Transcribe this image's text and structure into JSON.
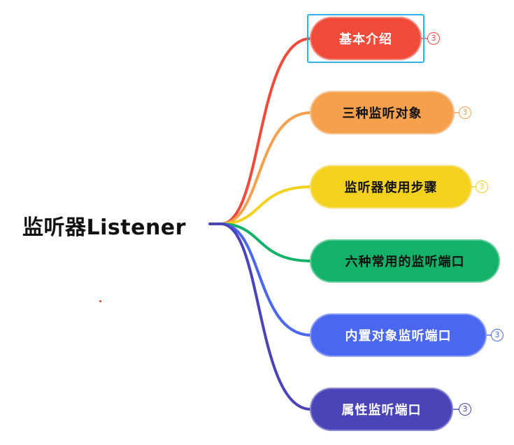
{
  "root": {
    "title": "监听器Listener"
  },
  "branches": [
    {
      "label": "基本介绍",
      "color": "#f04b3a",
      "text_color": "#ffffff",
      "badge": "3",
      "badge_color": "#f04b3a",
      "selected": true
    },
    {
      "label": "三种监听对象",
      "color": "#f5a04d",
      "text_color": "#111111",
      "badge": "3",
      "badge_color": "#f5a04d",
      "selected": false
    },
    {
      "label": "监听器使用步骤",
      "color": "#f3d11e",
      "text_color": "#111111",
      "badge": "3",
      "badge_color": "#f3d11e",
      "selected": false
    },
    {
      "label": "六种常用的监听端口",
      "color": "#14b269",
      "text_color": "#111111",
      "badge": "",
      "badge_color": "#14b269",
      "selected": false
    },
    {
      "label": "内置对象监听端口",
      "color": "#4a67f0",
      "text_color": "#ffffff",
      "badge": "3",
      "badge_color": "#4a67f0",
      "selected": false
    },
    {
      "label": "属性监听端口",
      "color": "#4a44b8",
      "text_color": "#ffffff",
      "badge": "3",
      "badge_color": "#4a44b8",
      "selected": false
    }
  ]
}
